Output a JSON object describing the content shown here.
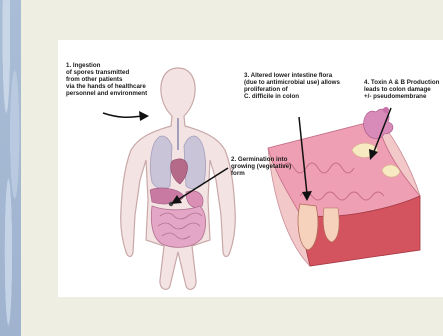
{
  "steps": [
    {
      "text": "1. Ingestion\nof spores transmitted\nfrom other patients\nvia the hands of healthcare\npersonnel and environment"
    },
    {
      "text": "2. Germination into\ngrowing (vegetative)\nform"
    },
    {
      "text": "3. Altered lower intestine flora\n(due to antimicrobial use) allows\nproliferation of\nC. difficile in colon"
    },
    {
      "text": "4. Toxin A & B Production\nleads to colon damage\n+/- pseudomembrane"
    }
  ]
}
